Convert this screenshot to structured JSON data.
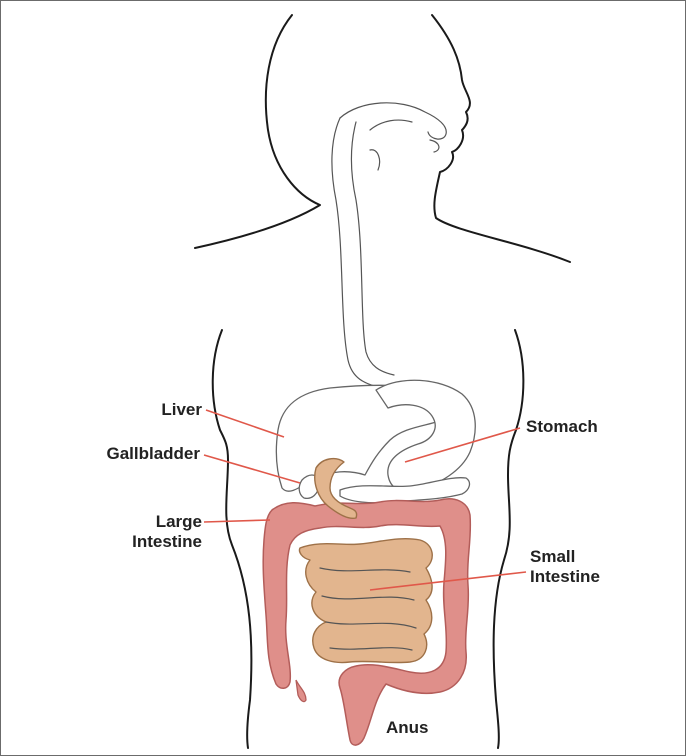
{
  "labels": {
    "liver": "Liver",
    "gallbladder": "Gallbladder",
    "large_intestine_line1": "Large",
    "large_intestine_line2": "Intestine",
    "stomach": "Stomach",
    "small_intestine_line1": "Small",
    "small_intestine_line2": "Intestine",
    "anus": "Anus"
  },
  "colors": {
    "outline": "#1a1a1a",
    "leader_line": "#e0584a",
    "large_intestine_fill": "#df8f8a",
    "large_intestine_stroke": "#b35d5a",
    "small_intestine_fill": "#e2b58e",
    "small_intestine_stroke": "#9e7148",
    "label_text": "#222222"
  }
}
